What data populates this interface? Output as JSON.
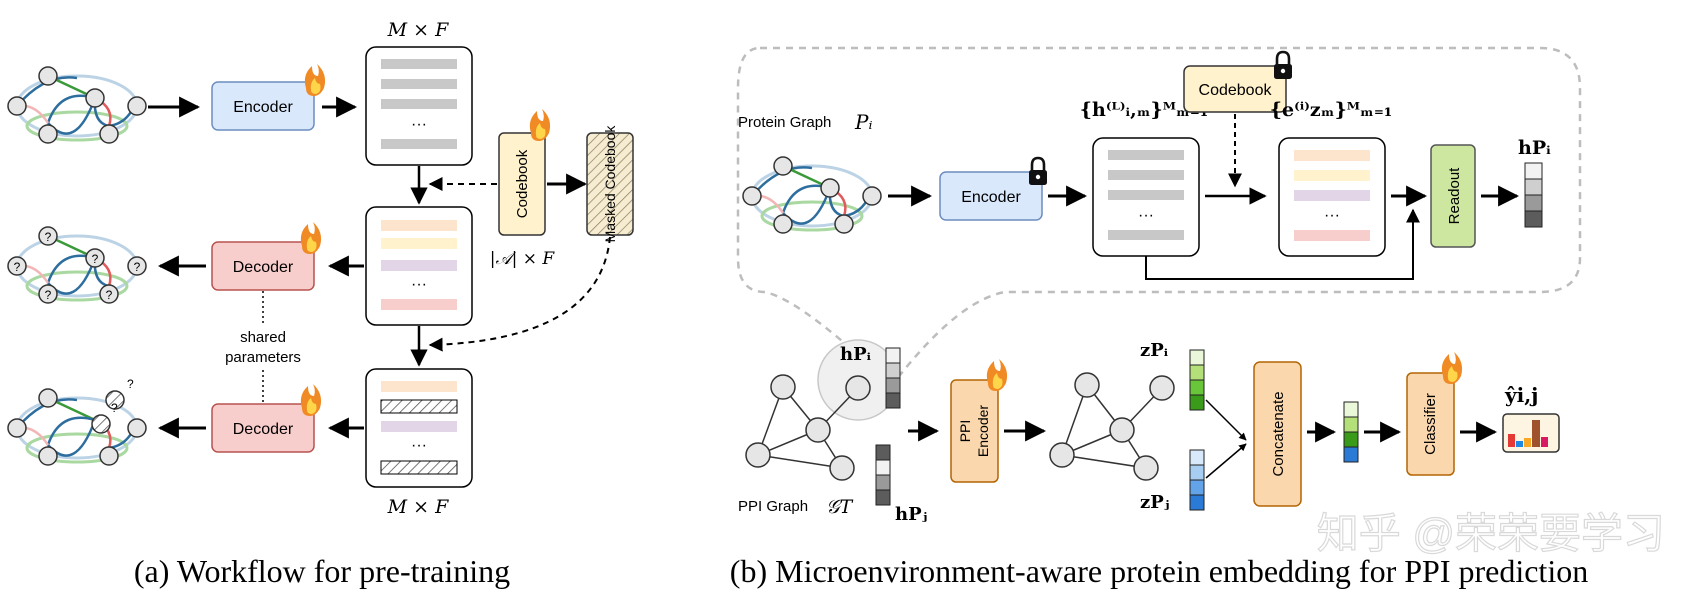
{
  "panel_a": {
    "caption": "(a)  Workflow for pre-training",
    "encoder_label": "Encoder",
    "decoder_label": "Decoder",
    "decoder2_label": "Decoder",
    "codebook_label": "Codebook",
    "masked_codebook_label": "Masked Codebook",
    "shared_parameters_line1": "shared",
    "shared_parameters_line2": "parameters",
    "top_dims_label": "M × F",
    "bottom_dims_label": "M × F",
    "codebook_dims_label": "|𝒜| × F",
    "ellipsis": "···",
    "question_mark": "?"
  },
  "panel_b": {
    "caption": "(b)  Microenvironment-aware protein embedding for PPI prediction",
    "protein_graph_label": "Protein Graph",
    "protein_graph_symbol": "Pᵢ",
    "encoder_label": "Encoder",
    "codebook_label": "Codebook",
    "readout_label": "Readout",
    "h_set_label": "{h⁽ᴸ⁾ᵢ,ₘ}ᴹₘ₌₁",
    "e_set_label": "{e⁽ⁱ⁾zₘ}ᴹₘ₌₁",
    "h_pi_label": "hPᵢ",
    "h_pi_lower_label": "hPᵢ",
    "h_pj_label": "hPⱼ",
    "ppi_graph_label": "PPI Graph",
    "ppi_graph_symbol": "𝒢T",
    "ppi_encoder_line1": "PPI",
    "ppi_encoder_line2": "Encoder",
    "z_pi_label": "zPᵢ",
    "z_pj_label": "zPⱼ",
    "concatenate_label": "Concatenate",
    "classifier_label": "Classifier",
    "y_label": "ŷi,j",
    "ellipsis": "···"
  },
  "watermark": "知乎 @荣荣要学习",
  "colors": {
    "encoder_fill": "#dae8fc",
    "decoder_fill": "#f8cecc",
    "codebook_fill": "#fff2cc",
    "readout_fill": "#cde6a0",
    "ppi_encoder_fill": "#fad7ac",
    "graph_edge_blue": "#2e6e9e",
    "graph_edge_green": "#3a9a3a",
    "graph_edge_pink": "#f2b6b6",
    "graph_edge_red": "#e05c5c"
  }
}
